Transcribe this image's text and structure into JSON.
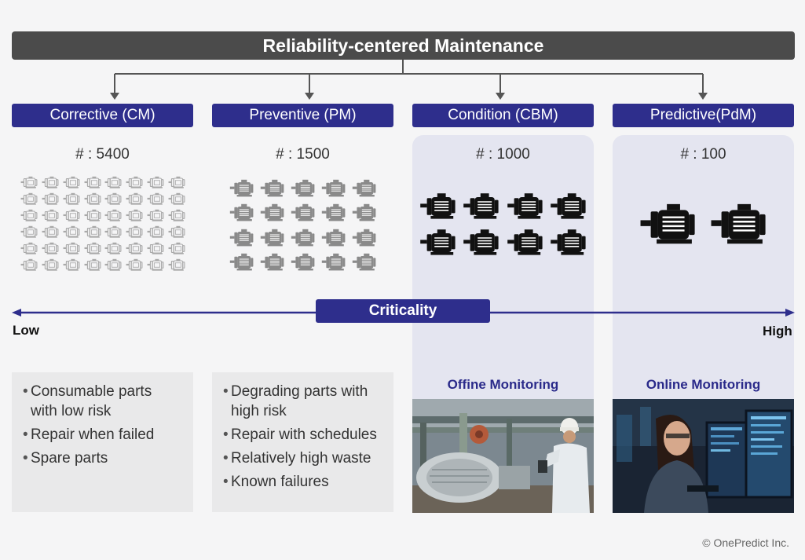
{
  "title": "Reliability-centered Maintenance",
  "categories": [
    {
      "name": "Corrective (CM)",
      "count_label": "# : 5400",
      "count": 5400,
      "notes": [
        "Consumable parts with low risk",
        "Repair when failed",
        "Spare parts"
      ]
    },
    {
      "name": "Preventive (PM)",
      "count_label": "# : 1500",
      "count": 1500,
      "notes": [
        "Degrading parts with high risk",
        "Repair with schedules",
        "Relatively high waste",
        "Known failures"
      ]
    },
    {
      "name": "Condition (CBM)",
      "count_label": "# : 1000",
      "count": 1000,
      "monitoring": "Offine Monitoring"
    },
    {
      "name": "Predictive(PdM)",
      "count_label": "# : 100",
      "count": 100,
      "monitoring": "Online Monitoring"
    }
  ],
  "axis": {
    "label": "Criticality",
    "low": "Low",
    "high": "High"
  },
  "copyright": "© OnePredict Inc.",
  "colors": {
    "header_navy": "#2e2e8c",
    "title_gray": "#4b4b4b",
    "panel_tint": "#e4e5f0",
    "info_gray": "#e9e9ea",
    "motor_light": "#a9a9a9",
    "motor_mid": "#8a8a8a",
    "motor_dark": "#111111"
  },
  "icons": {
    "motor": "electric-motor-icon",
    "arrow": "arrow-down-icon"
  }
}
